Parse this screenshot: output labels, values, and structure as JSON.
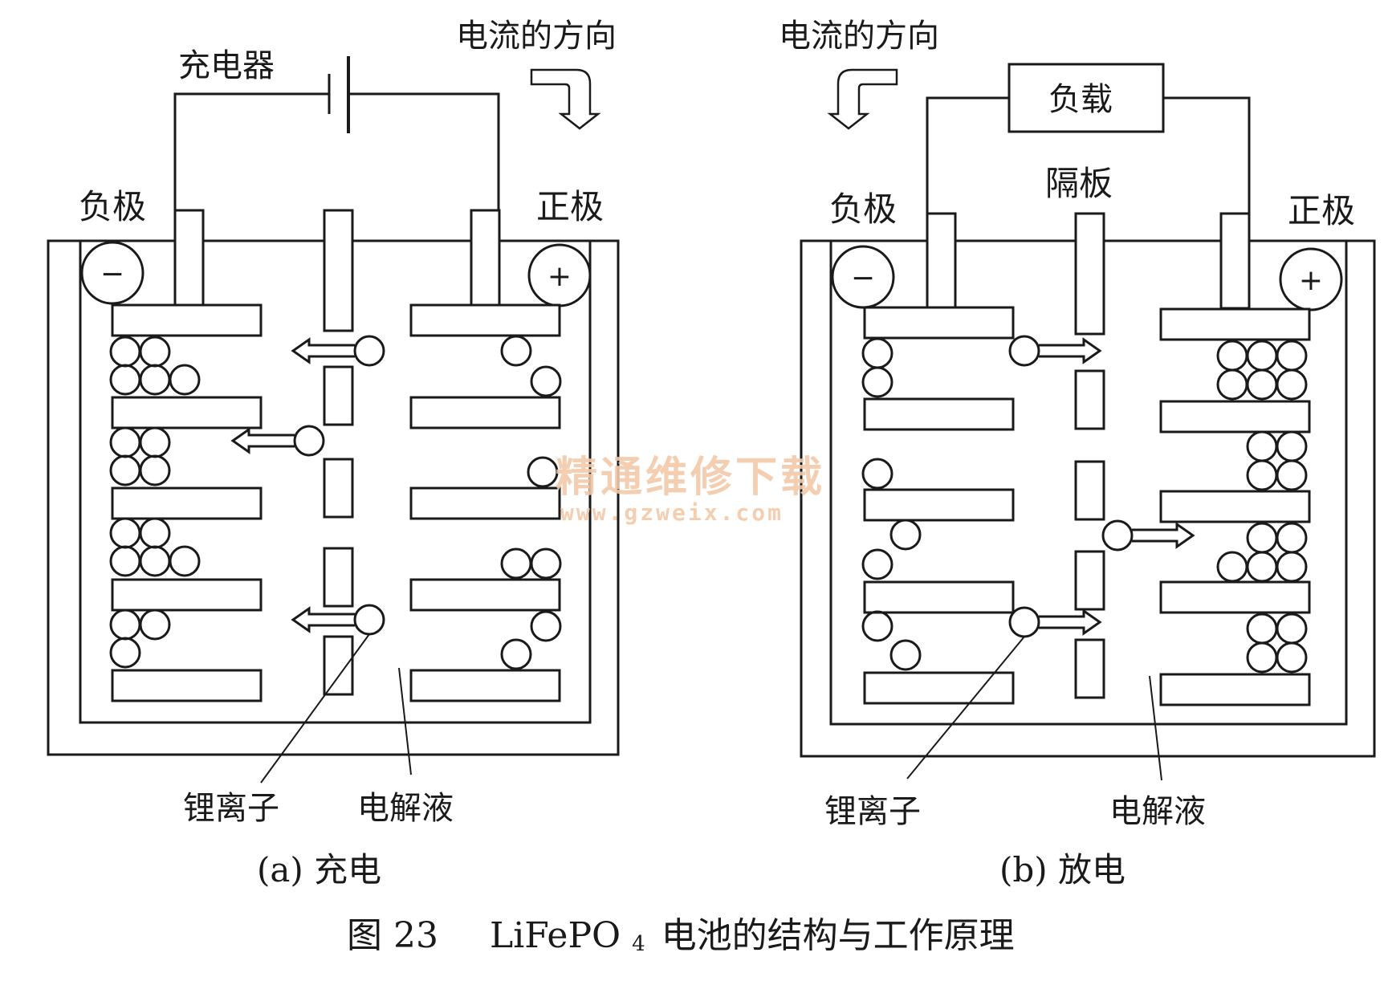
{
  "figure": {
    "caption": {
      "prefix": "图 23",
      "formula_main": "LiFePO",
      "formula_sub": "4",
      "suffix": "电池的结构与工作原理"
    }
  },
  "panel_a": {
    "label": "(a) 充电",
    "charger": "充电器",
    "current_direction": "电流的方向",
    "negative_electrode": "负极",
    "positive_electrode": "正极",
    "negative_symbol": "−",
    "positive_symbol": "+",
    "lithium_ion": "锂离子",
    "electrolyte": "电解液"
  },
  "panel_b": {
    "label": "(b) 放电",
    "load": "负载",
    "current_direction": "电流的方向",
    "separator": "隔板",
    "negative_electrode": "负极",
    "positive_electrode": "正极",
    "negative_symbol": "−",
    "positive_symbol": "+",
    "lithium_ion": "锂离子",
    "electrolyte": "电解液"
  },
  "watermark": {
    "text": "精通维修下载",
    "url": "www.gzweix.com"
  },
  "colors": {
    "ink": "#1a1a1a",
    "watermark": "#f3c9a8"
  }
}
